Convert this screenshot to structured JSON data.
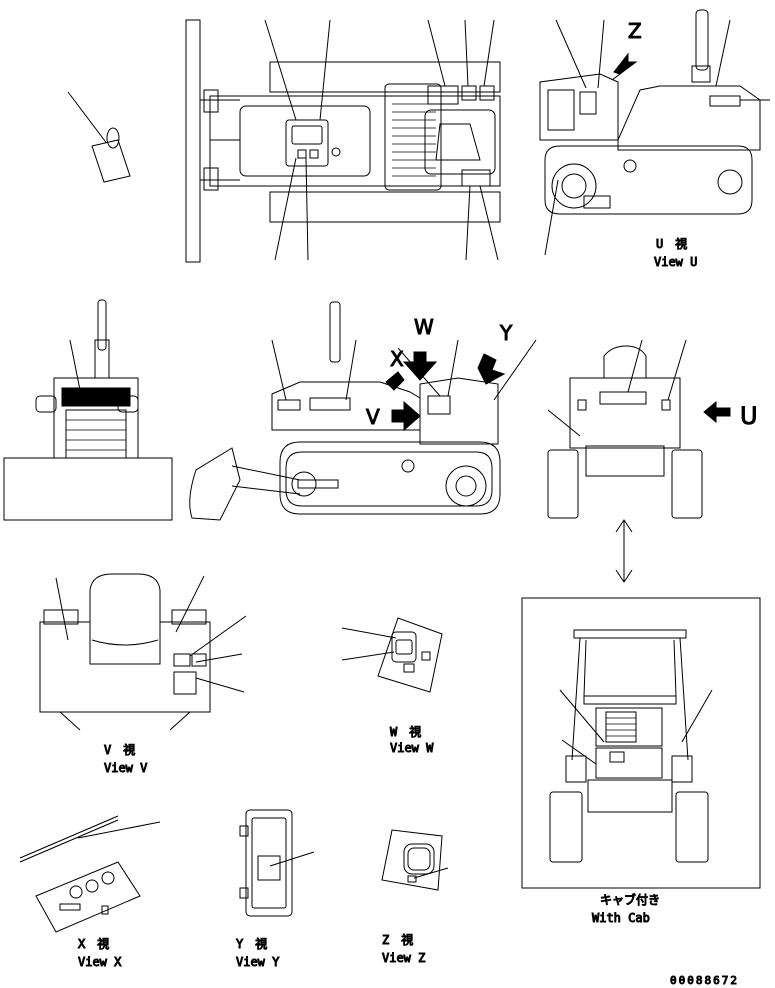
{
  "views": {
    "u": {
      "letter_ja": "U　視",
      "caption": "View U"
    },
    "v": {
      "letter_ja": "V　視",
      "caption": "View V"
    },
    "w": {
      "letter_ja": "W　視",
      "caption": "View W"
    },
    "x": {
      "letter_ja": "X　視",
      "caption": "View X"
    },
    "y": {
      "letter_ja": "Y　視",
      "caption": "View Y"
    },
    "z": {
      "letter_ja": "Z　視",
      "caption": "View Z"
    },
    "cab": {
      "caption_ja": "キャブ付き",
      "caption": "With Cab"
    }
  },
  "arrow_letters": {
    "z": "Z",
    "w": "W",
    "y": "Y",
    "x": "X",
    "v": "V",
    "u": "U"
  },
  "drawing_number": "00088672"
}
